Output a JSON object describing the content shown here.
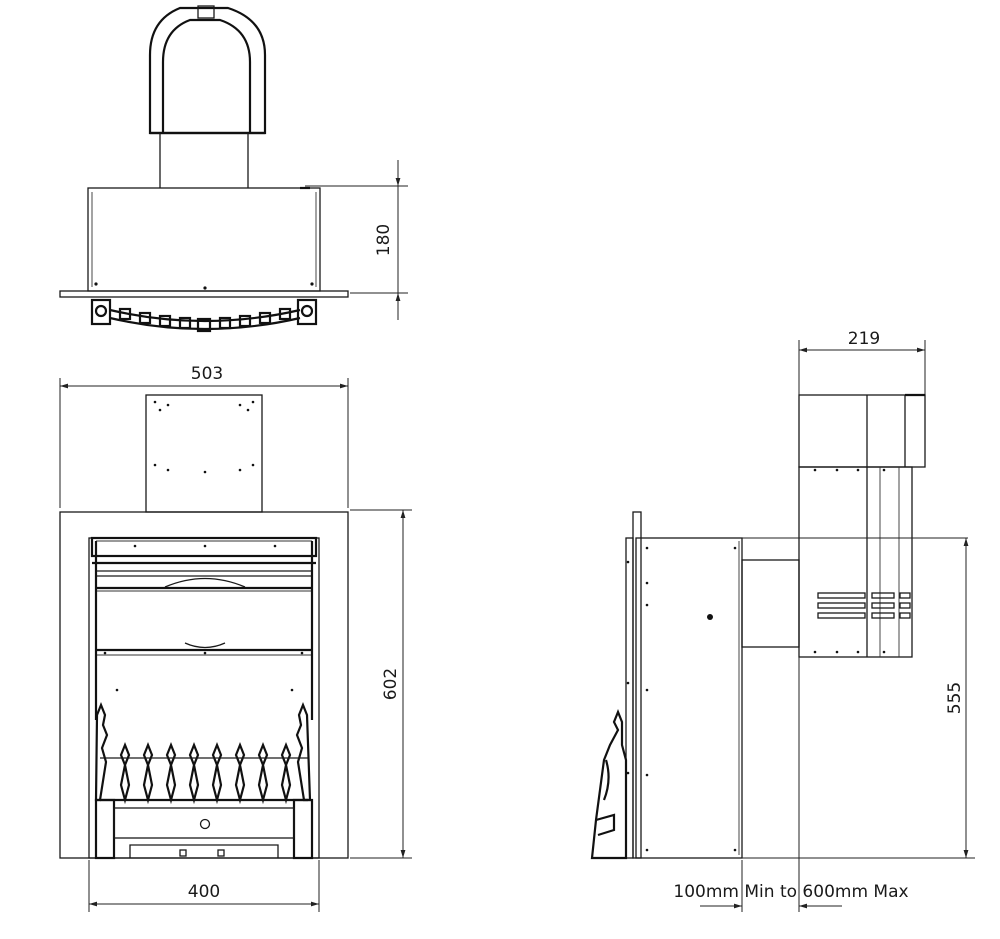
{
  "dimensions": {
    "top_depth": "180",
    "front_outer_width": "503",
    "front_height": "602",
    "front_opening_width": "400",
    "side_top_depth": "219",
    "side_height": "555",
    "flue_range": "100mm Min to 600mm Max"
  },
  "colors": {
    "line": "#1a1a1a",
    "background": "#ffffff"
  }
}
